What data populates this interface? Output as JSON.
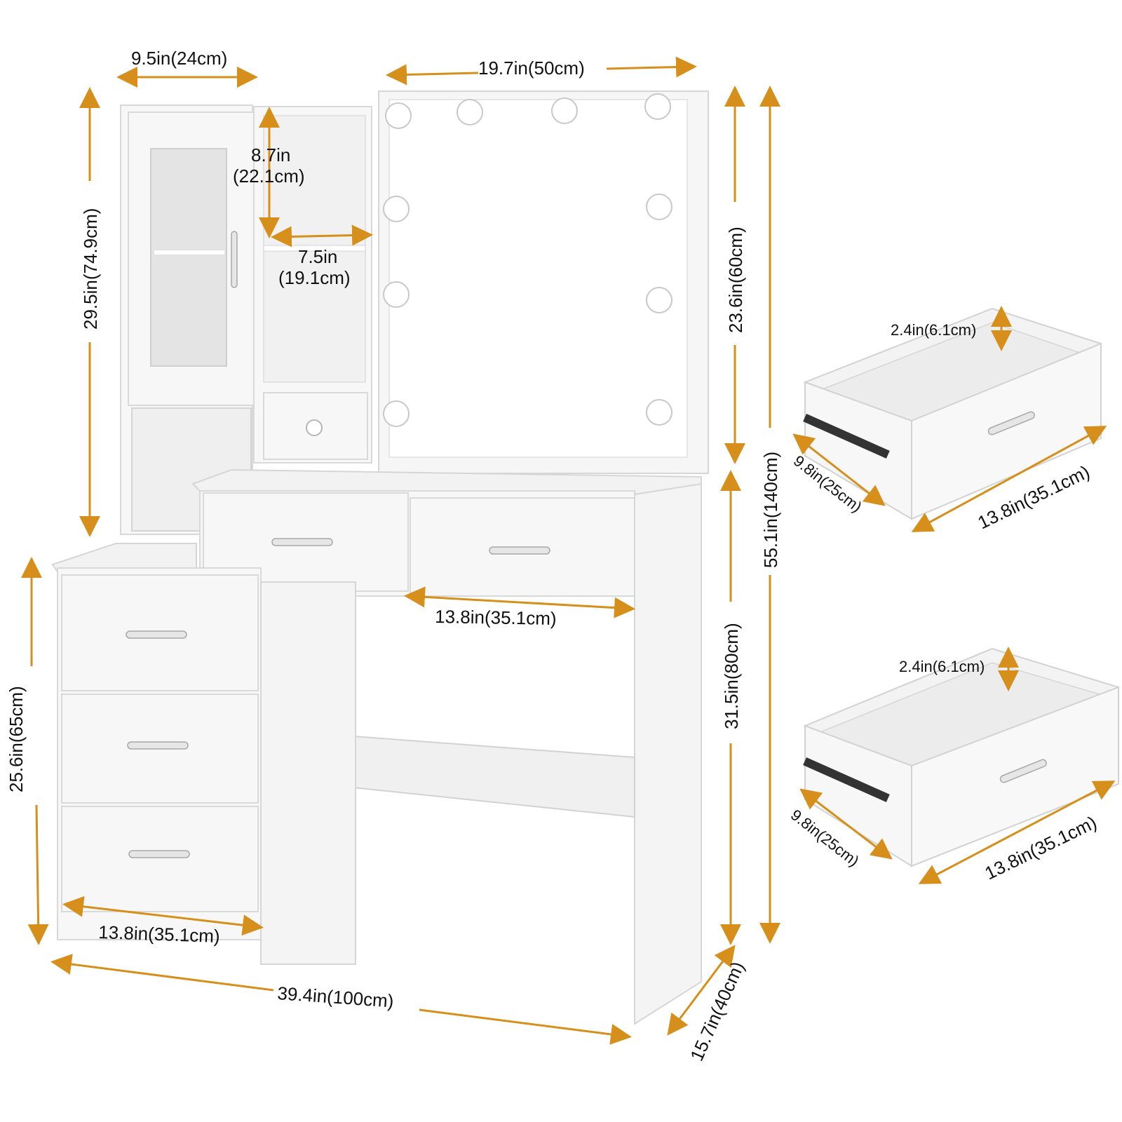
{
  "colors": {
    "dimension_arrow": "#d68f1a",
    "furniture": "#f7f7f7",
    "background": "#ffffff"
  },
  "dimensions": {
    "cabinet_width": "9.5in(24cm)",
    "mirror_width": "19.7in(50cm)",
    "hutch_height": "29.5in(74.9cm)",
    "shelf_height_line1": "8.7in",
    "shelf_height_line2": "(22.1cm)",
    "shelf_width_line1": "7.5in",
    "shelf_width_line2": "(19.1cm)",
    "mirror_height": "23.6in(60cm)",
    "total_height": "55.1in(140cm)",
    "desk_height": "31.5in(80cm)",
    "cabinet_height": "25.6in(65cm)",
    "top_drawer_width": "13.8in(35.1cm)",
    "left_drawer_width": "13.8in(35.1cm)",
    "total_width": "39.4in(100cm)",
    "depth": "15.7in(40cm)"
  },
  "drawer_details": [
    {
      "height": "2.4in(6.1cm)",
      "depth": "9.8in(25cm)",
      "width": "13.8in(35.1cm)"
    },
    {
      "height": "2.4in(6.1cm)",
      "depth": "9.8in(25cm)",
      "width": "13.8in(35.1cm)"
    }
  ]
}
